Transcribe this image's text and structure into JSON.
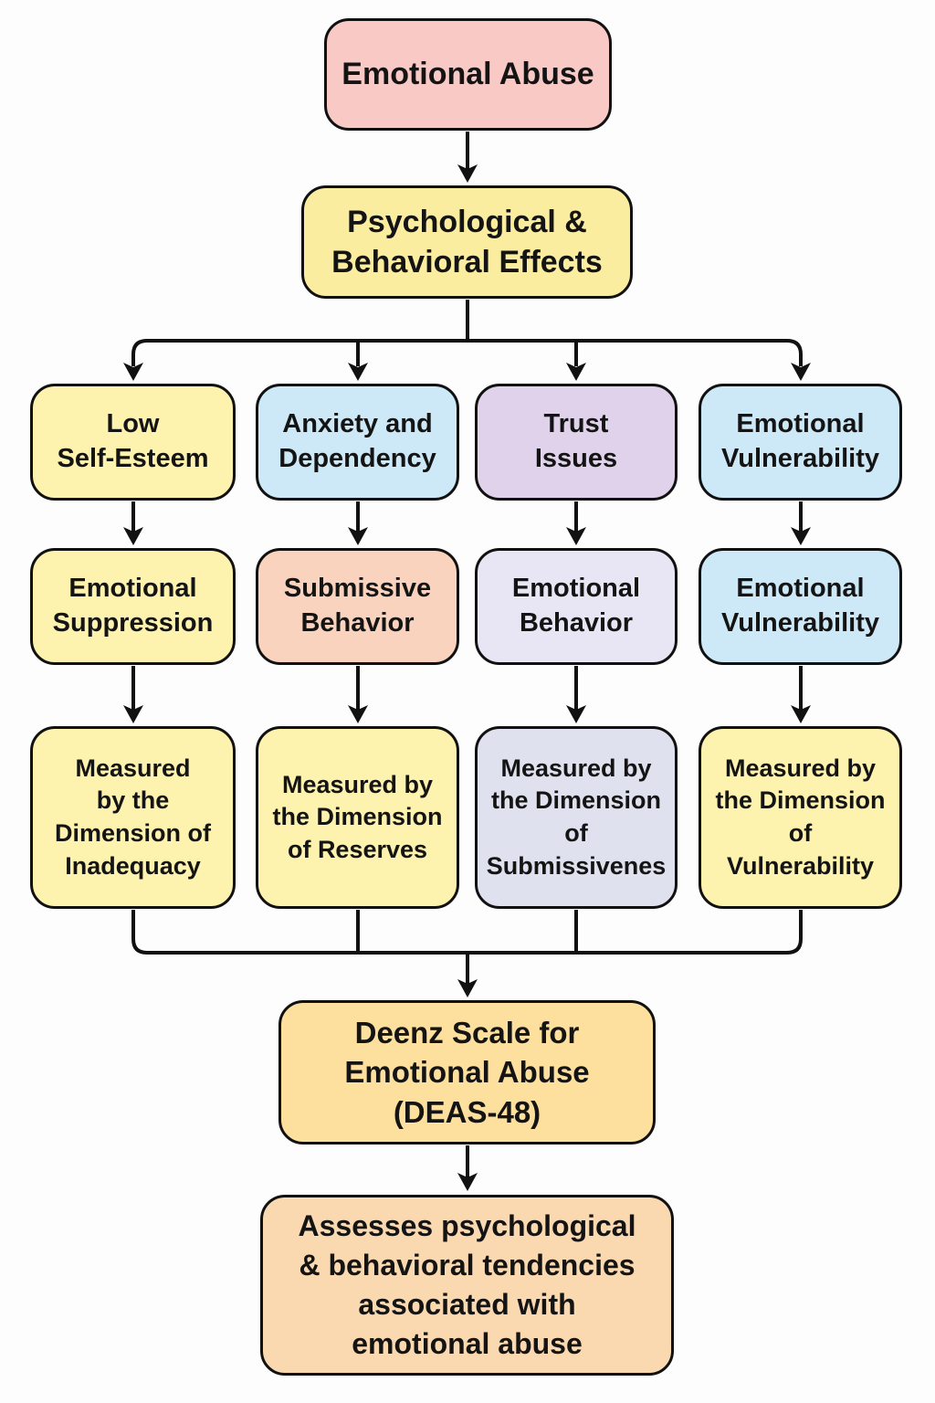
{
  "nodes": {
    "root": {
      "label": "Emotional Abuse",
      "bg": "#f9c9c6"
    },
    "effects": {
      "label": "Psychological &\nBehavioral Effects",
      "bg": "#fbeda0"
    },
    "scale": {
      "label": "Deenz Scale for\nEmotional Abuse\n(DEAS-48)",
      "bg": "#fddf9e"
    },
    "assessment": {
      "label": "Assesses psychological\n& behavioral tendencies\nassociated with\nemotional abuse",
      "bg": "#fbd9b0"
    }
  },
  "columns": [
    {
      "level1": {
        "label": "Low\nSelf-Esteem",
        "bg": "#fdf2ae"
      },
      "level2": {
        "label": "Emotional\nSuppression",
        "bg": "#fdf2ae"
      },
      "level3": {
        "label": "Measured\nby the\nDimension of\nInadequacy",
        "bg": "#fdf2ae"
      }
    },
    {
      "level1": {
        "label": "Anxiety and\nDependency",
        "bg": "#cde8f7"
      },
      "level2": {
        "label": "Submissive\nBehavior",
        "bg": "#f9d3bd"
      },
      "level3": {
        "label": "Measured by\nthe Dimension\nof Reserves",
        "bg": "#fdf2ae"
      }
    },
    {
      "level1": {
        "label": "Trust\nIssues",
        "bg": "#e0d2ea"
      },
      "level2": {
        "label": "Emotional\nBehavior",
        "bg": "#e8e5f4"
      },
      "level3": {
        "label": "Measured by\nthe Dimension\nof\nSubmissivenes",
        "bg": "#dfe2ee"
      }
    },
    {
      "level1": {
        "label": "Emotional\nVulnerability",
        "bg": "#cde8f7"
      },
      "level2": {
        "label": "Emotional\nVulnerability",
        "bg": "#cde8f7"
      },
      "level3": {
        "label": "Measured by\nthe Dimension\nof\nVulnerability",
        "bg": "#fdf2ae"
      }
    }
  ],
  "styles": {
    "line_color": "#111111",
    "text_color": "#141414"
  }
}
